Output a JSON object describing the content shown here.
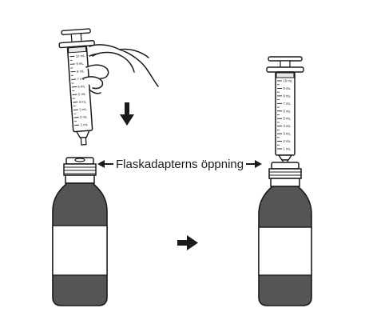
{
  "colors": {
    "ink": "#1a1a1a",
    "bottle_fill": "#555558",
    "label_fill": "#ffffff",
    "background": "#ffffff"
  },
  "icons": {
    "down_arrow": "arrow-down-icon",
    "right_arrow": "arrow-right-icon",
    "left_arrow": "arrow-left-icon"
  },
  "diagram": {
    "callout_label": "Flaskadapterns öppning",
    "syringe_scale_labels": [
      "10 mL",
      "9 mL",
      "8 mL",
      "7 mL",
      "6 mL",
      "5 mL",
      "4 mL",
      "3 mL",
      "2 mL",
      "1 mL"
    ]
  }
}
